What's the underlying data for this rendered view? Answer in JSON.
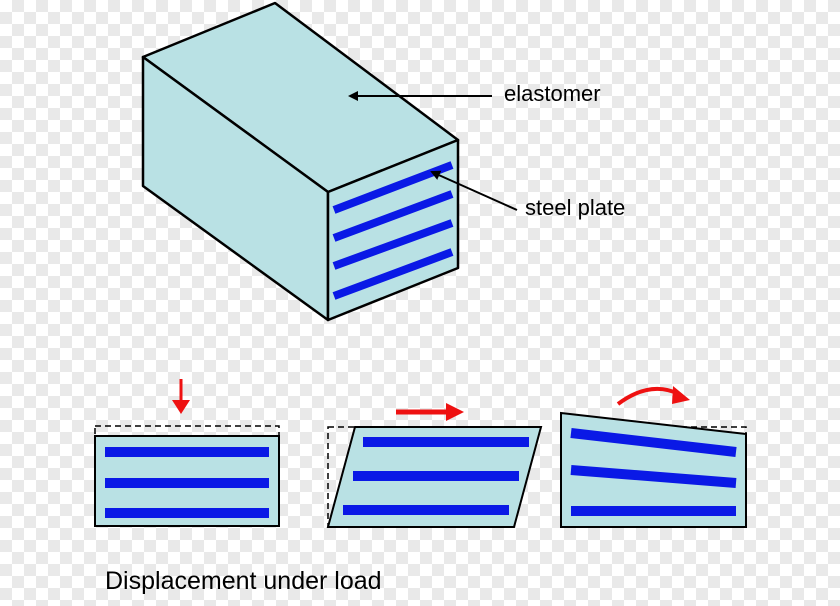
{
  "labels": {
    "elastomer": "elastomer",
    "steel_plate": "steel plate",
    "caption": "Displacement under load"
  },
  "colors": {
    "elastomer_fill": "#b9e1e4",
    "steel_plate": "#0a19e6",
    "load_arrow": "#ee1111",
    "outline": "#000000"
  },
  "panels": [
    {
      "load": "compression (downward force)",
      "icon": "arrow-down-icon"
    },
    {
      "load": "shear (horizontal force)",
      "icon": "arrow-right-icon"
    },
    {
      "load": "rotation (moment)",
      "icon": "curved-arrow-icon"
    }
  ]
}
